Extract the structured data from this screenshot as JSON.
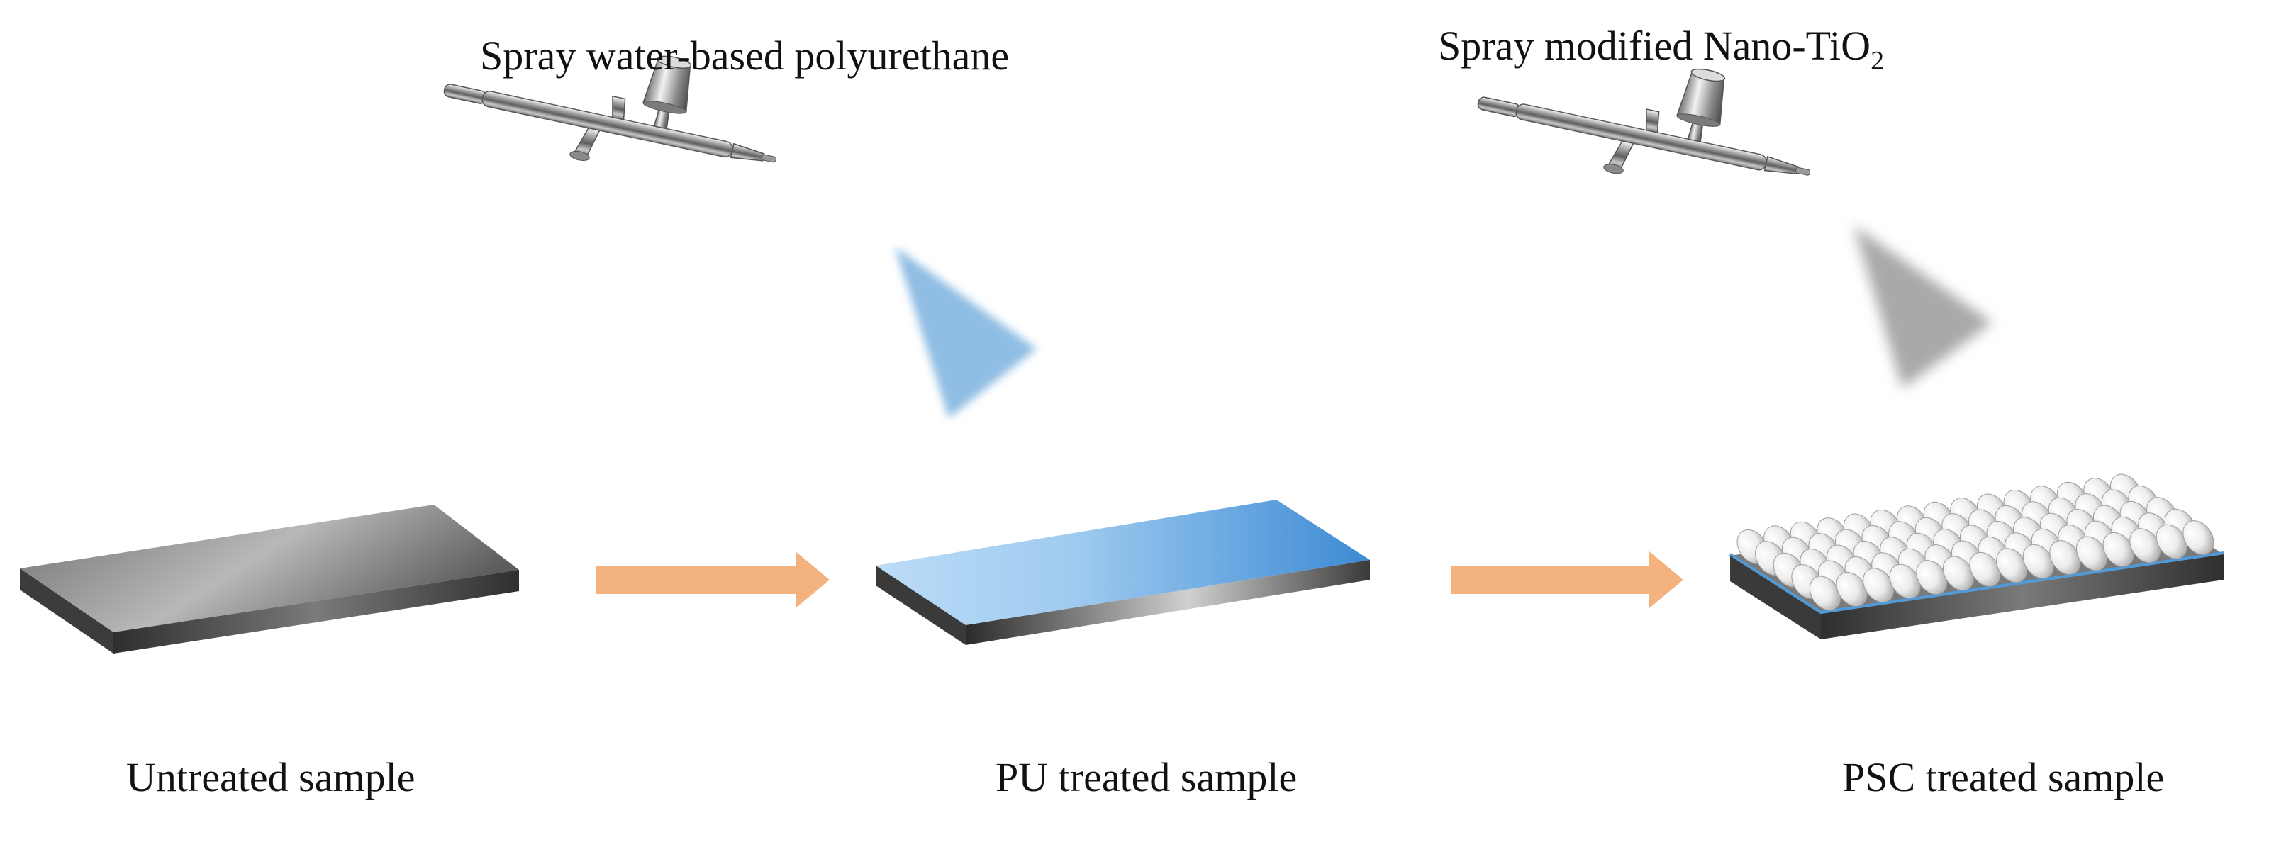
{
  "labels": {
    "spray_pu": "Spray water-based polyurethane",
    "spray_tio2_prefix": "Spray modified Nano-TiO",
    "spray_tio2_subscript": "2",
    "untreated": "Untreated sample",
    "pu_treated": "PU treated sample",
    "psc_treated": "PSC treated sample"
  },
  "icons": {
    "spray_gun_1": "airbrush-icon",
    "spray_gun_2": "airbrush-icon",
    "arrow_1": "right-arrow-icon",
    "arrow_2": "right-arrow-icon"
  },
  "colors": {
    "arrow": "#f4b27e",
    "pu_spray": "#8fbde3",
    "tio2_spray": "#a9a9a9",
    "pu_coating": "#4f9ad9",
    "slab_top": "#8a8a8a",
    "slab_side": "#3a3a3a",
    "particle": "#f2f2f2"
  }
}
